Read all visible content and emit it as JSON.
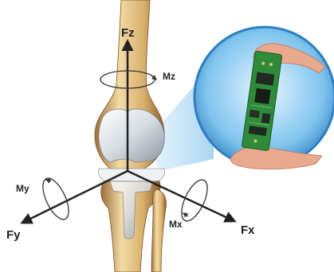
{
  "labels": {
    "fz": "Fz",
    "mz": "Mz",
    "my": "My",
    "fy": "Fy",
    "mx": "Mx",
    "fx": "Fx"
  },
  "colors": {
    "bone_light": "#f3dba6",
    "bone_mid": "#d9b06e",
    "bone_dark": "#9c6e36",
    "metal_light": "#f4f6f8",
    "metal_dark": "#8e969e",
    "callout_blue": "#bfe0f4",
    "circle_edge": "#2d7fc0",
    "pcb_green": "#2f8a3a",
    "skin": "#e9a98c",
    "axis": "#222222"
  },
  "icons": {
    "implant": "knee-implant-icon",
    "sensor": "sensor-board-icon"
  }
}
